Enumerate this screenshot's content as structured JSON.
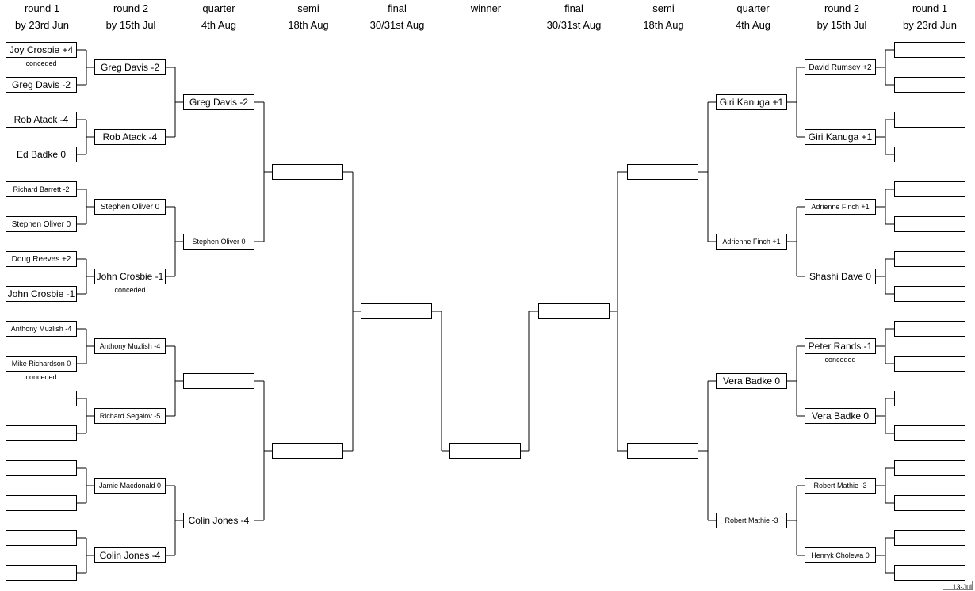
{
  "headers": [
    {
      "title": "round 1",
      "date": "by 23rd Jun"
    },
    {
      "title": "round 2",
      "date": "by 15th Jul"
    },
    {
      "title": "quarter",
      "date": "4th Aug"
    },
    {
      "title": "semi",
      "date": "18th Aug"
    },
    {
      "title": "final",
      "date": "30/31st Aug"
    },
    {
      "title": "winner",
      "date": ""
    },
    {
      "title": "final",
      "date": "30/31st Aug"
    },
    {
      "title": "semi",
      "date": "18th Aug"
    },
    {
      "title": "quarter",
      "date": "4th Aug"
    },
    {
      "title": "round 2",
      "date": "by 15th Jul"
    },
    {
      "title": "round 1",
      "date": "by 23rd Jun"
    }
  ],
  "left": {
    "round1": [
      "Joy Crosbie +4",
      "Greg Davis -2",
      "Rob Atack -4",
      "Ed Badke 0",
      "Richard Barrett -2",
      "Stephen Oliver 0",
      "Doug Reeves +2",
      "John Crosbie -1",
      "Anthony Muzlish -4",
      "Mike Richardson 0",
      "",
      "",
      "",
      "",
      "",
      ""
    ],
    "round2": [
      "Greg Davis -2",
      "Rob Atack -4",
      "Stephen Oliver 0",
      "John Crosbie -1",
      "Anthony Muzlish -4",
      "Richard Segalov -5",
      "Jamie Macdonald 0",
      "Colin Jones -4"
    ],
    "quarter": [
      "Greg Davis -2",
      "Stephen Oliver 0",
      "",
      "Colin Jones -4"
    ],
    "semi": [
      "",
      ""
    ],
    "final": [
      ""
    ]
  },
  "winner": "",
  "right": {
    "round1": [
      "",
      "",
      "",
      "",
      "",
      "",
      "",
      "",
      "",
      "",
      "",
      "",
      "",
      "",
      "",
      ""
    ],
    "round2": [
      "David Rumsey +2",
      "Giri Kanuga +1",
      "Adrienne Finch +1",
      "Shashi Dave 0",
      "Peter Rands -1",
      "Vera Badke 0",
      "Robert Mathie -3",
      "Henryk Cholewa 0"
    ],
    "quarter": [
      "Giri Kanuga +1",
      "Adrienne Finch +1",
      "Vera Badke 0",
      "Robert Mathie -3"
    ],
    "semi": [
      "",
      ""
    ],
    "final": [
      ""
    ]
  },
  "notes": {
    "conceded": "conceded"
  },
  "footer": {
    "date_stamp": "13-Jul"
  }
}
